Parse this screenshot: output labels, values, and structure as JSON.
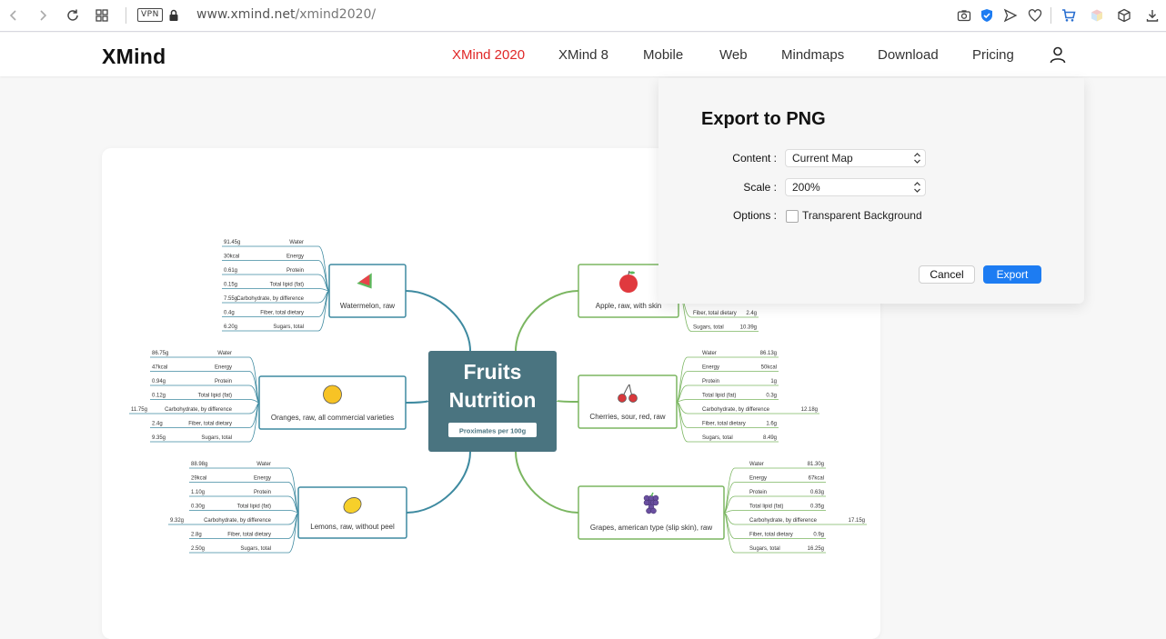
{
  "browser": {
    "url_domain": "www.xmind.net",
    "url_path": "/xmind2020/",
    "vpn_label": "VPN"
  },
  "site": {
    "logo": "XMind",
    "nav": [
      "XMind 2020",
      "XMind 8",
      "Mobile",
      "Web",
      "Mindmaps",
      "Download",
      "Pricing"
    ],
    "active_nav": "XMind 2020"
  },
  "mindmap": {
    "central_title_line1": "Fruits",
    "central_title_line2": "Nutrition",
    "central_subtitle": "Proximates per 100g",
    "colors": {
      "central": "#4a7480",
      "teal": "#3e8aa0",
      "green": "#7bb661"
    },
    "branches": [
      {
        "name": "Watermelon, raw",
        "icon": "watermelon-icon",
        "rows": [
          {
            "label": "Water",
            "value": "91.45g"
          },
          {
            "label": "Energy",
            "value": "30kcal"
          },
          {
            "label": "Protein",
            "value": "0.61g"
          },
          {
            "label": "Total lipid (fat)",
            "value": "0.15g"
          },
          {
            "label": "Carbohydrate, by difference",
            "value": "7.55g"
          },
          {
            "label": "Fiber, total dietary",
            "value": "0.4g"
          },
          {
            "label": "Sugars, total",
            "value": "6.20g"
          }
        ]
      },
      {
        "name": "Oranges, raw, all commercial varieties",
        "icon": "orange-icon",
        "rows": [
          {
            "label": "Water",
            "value": "86.75g"
          },
          {
            "label": "Energy",
            "value": "47kcal"
          },
          {
            "label": "Protein",
            "value": "0.94g"
          },
          {
            "label": "Total lipid (fat)",
            "value": "0.12g"
          },
          {
            "label": "Carbohydrate, by difference",
            "value": "11.75g"
          },
          {
            "label": "Fiber, total dietary",
            "value": "2.4g"
          },
          {
            "label": "Sugars, total",
            "value": "9.35g"
          }
        ]
      },
      {
        "name": "Lemons, raw, without peel",
        "icon": "lemon-icon",
        "rows": [
          {
            "label": "Water",
            "value": "88.98g"
          },
          {
            "label": "Energy",
            "value": "29kcal"
          },
          {
            "label": "Protein",
            "value": "1.10g"
          },
          {
            "label": "Total lipid (fat)",
            "value": "0.30g"
          },
          {
            "label": "Carbohydrate, by difference",
            "value": "9.32g"
          },
          {
            "label": "Fiber, total dietary",
            "value": "2.8g"
          },
          {
            "label": "Sugars, total",
            "value": "2.50g"
          }
        ]
      },
      {
        "name": "Apple, raw, with skin",
        "icon": "apple-icon",
        "rows": [
          {
            "label": "Fiber, total dietary",
            "value": "2.4g"
          },
          {
            "label": "Sugars, total",
            "value": "10.39g"
          }
        ]
      },
      {
        "name": "Cherries, sour, red, raw",
        "icon": "cherries-icon",
        "rows": [
          {
            "label": "Water",
            "value": "86.13g"
          },
          {
            "label": "Energy",
            "value": "50kcal"
          },
          {
            "label": "Protein",
            "value": "1g"
          },
          {
            "label": "Total lipid (fat)",
            "value": "0.3g"
          },
          {
            "label": "Carbohydrate, by difference",
            "value": "12.18g"
          },
          {
            "label": "Fiber, total dietary",
            "value": "1.6g"
          },
          {
            "label": "Sugars, total",
            "value": "8.49g"
          }
        ]
      },
      {
        "name": "Grapes, american type (slip skin), raw",
        "icon": "grapes-icon",
        "rows": [
          {
            "label": "Water",
            "value": "81.30g"
          },
          {
            "label": "Energy",
            "value": "67kcal"
          },
          {
            "label": "Protein",
            "value": "0.63g"
          },
          {
            "label": "Total lipid (fat)",
            "value": "0.35g"
          },
          {
            "label": "Carbohydrate, by difference",
            "value": "17.15g"
          },
          {
            "label": "Fiber, total dietary",
            "value": "0.9g"
          },
          {
            "label": "Sugars, total",
            "value": "16.25g"
          }
        ]
      }
    ]
  },
  "export_dialog": {
    "title": "Export to PNG",
    "content_label": "Content :",
    "content_value": "Current Map",
    "scale_label": "Scale :",
    "scale_value": "200%",
    "options_label": "Options :",
    "transparent_label": "Transparent Background",
    "transparent_checked": false,
    "cancel_label": "Cancel",
    "export_label": "Export"
  }
}
